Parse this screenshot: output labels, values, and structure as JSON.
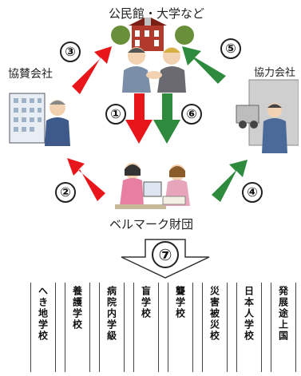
{
  "nodes": {
    "top_label": "公民館・大学など",
    "left_label": "協賛会社",
    "right_label": "協力会社",
    "bottom_label": "ベルマーク財団"
  },
  "steps": [
    "①",
    "②",
    "③",
    "④",
    "⑤",
    "⑥",
    "⑦"
  ],
  "destinations": [
    "へき地学校",
    "養護学校",
    "病院内学級",
    "盲学校",
    "聾学校",
    "災害被災校",
    "日本人学校",
    "発展途上国"
  ],
  "colors": {
    "red_arrow": "#e8161a",
    "green_arrow": "#2e8b3d"
  }
}
